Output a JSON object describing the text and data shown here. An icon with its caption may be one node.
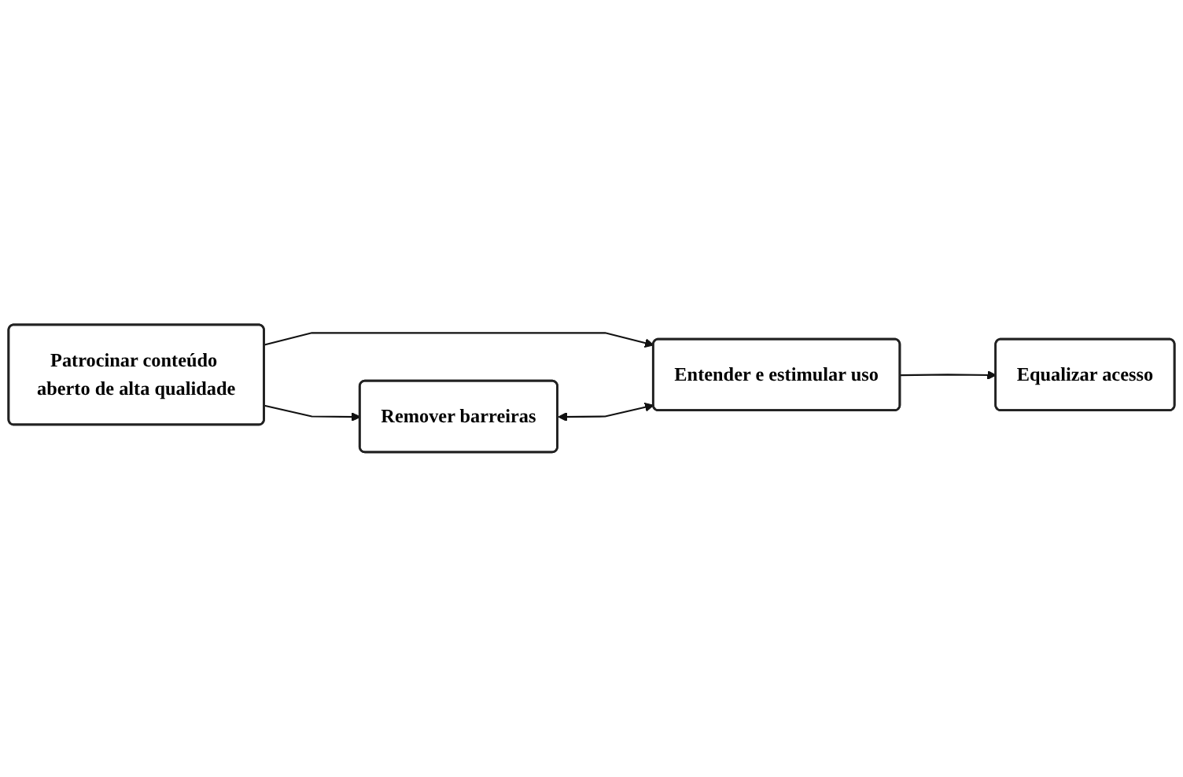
{
  "diagram": {
    "nodes": [
      {
        "text": [
          "Patrocinar conteúdo aberto de alta qualidade"
        ]
      },
      {
        "text": [
          "Remover barreiras"
        ]
      },
      {
        "text": [
          "Entender e estimular uso"
        ]
      },
      {
        "text": [
          "Equalizar acesso"
        ]
      }
    ],
    "edges": [
      {
        "from": 0,
        "to": 1,
        "arrow": "to"
      },
      {
        "from": 0,
        "to": 2,
        "arrow": "to"
      },
      {
        "from": 1,
        "to": 2,
        "arrow": "both"
      },
      {
        "from": 2,
        "to": 3,
        "arrow": "to"
      }
    ]
  }
}
